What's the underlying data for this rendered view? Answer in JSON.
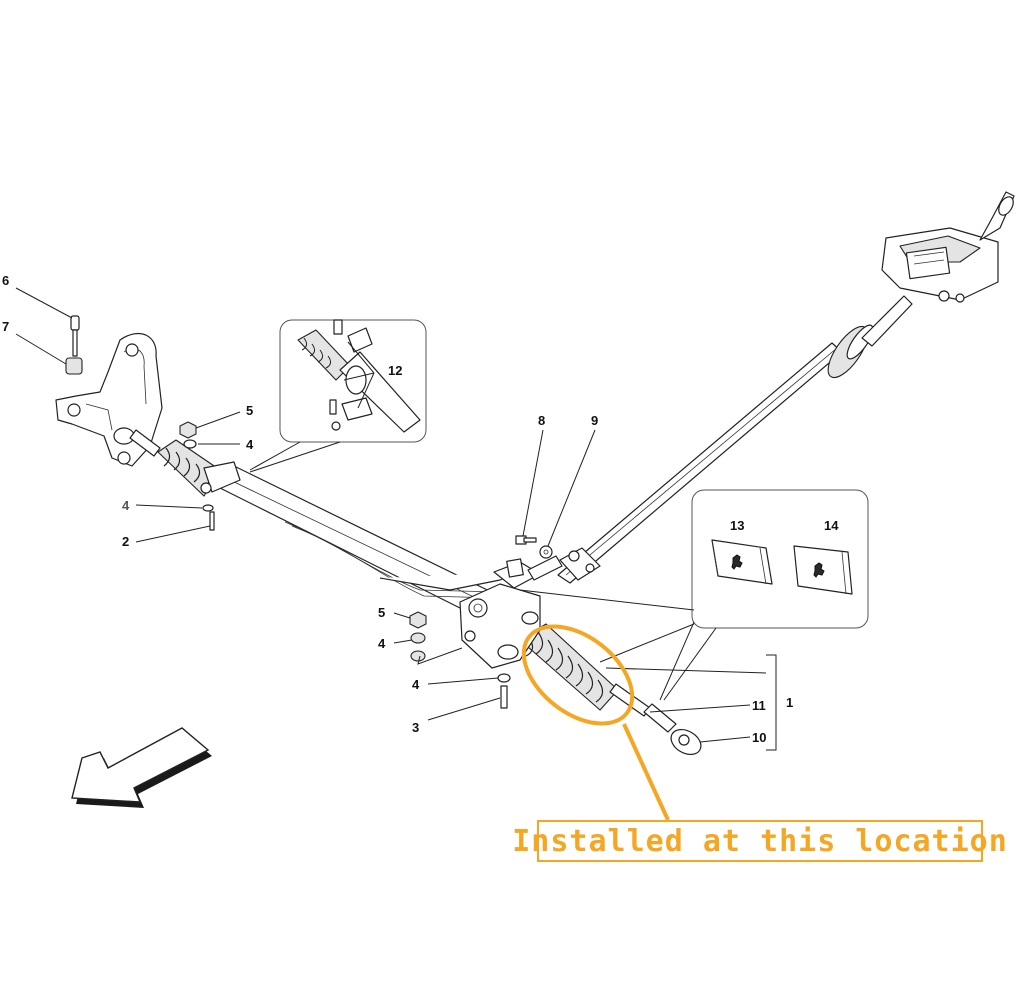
{
  "callouts": {
    "c1": "1",
    "c2": "2",
    "c3": "3",
    "c4a": "4",
    "c4b": "4",
    "c4c": "4",
    "c4d": "4",
    "c5a": "5",
    "c5b": "5",
    "c6": "6",
    "c7": "7",
    "c8": "8",
    "c9": "9",
    "c10": "10",
    "c11": "11",
    "c12": "12",
    "c13": "13",
    "c14": "14"
  },
  "annotation": {
    "text": "Installed at this location",
    "color": "#f5a623"
  },
  "icons": [
    "direction-arrow-icon",
    "ferrari-horse-icon"
  ]
}
